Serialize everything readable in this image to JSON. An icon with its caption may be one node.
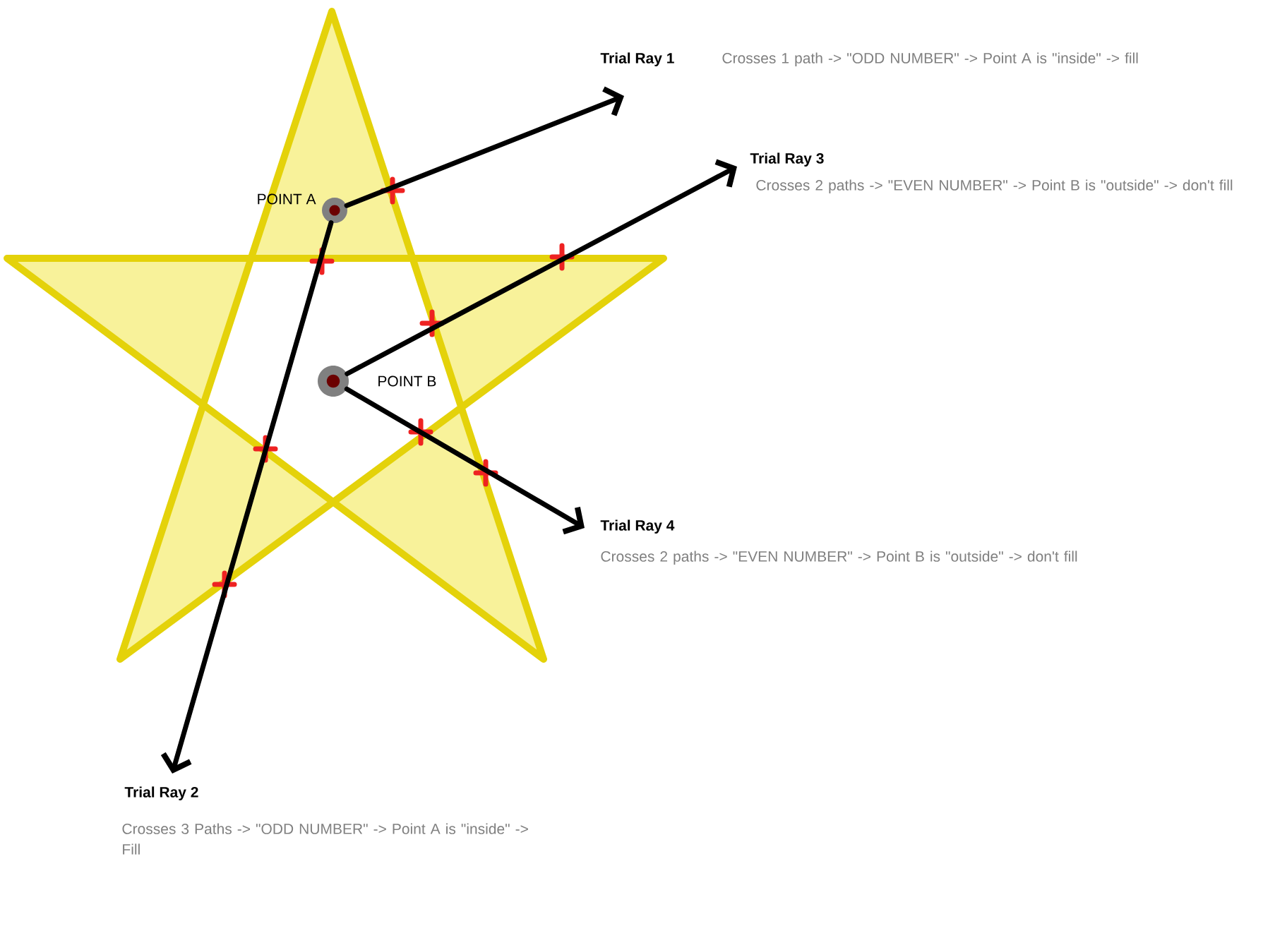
{
  "diagram": {
    "nodes": [
      {
        "text": [
          "Trial Ray 1",
          "Crosses 1 path -> \"ODD NUMBER\" -> Point A is \"inside\" -> fill"
        ]
      },
      {
        "text": [
          "Trial Ray 3",
          "Crosses 2 paths -> \"EVEN NUMBER\" -> Point B is \"outside\" -> don't fill"
        ]
      },
      {
        "text": [],
        "shape": "circle",
        "beside": [
          "POINT A"
        ]
      },
      {
        "text": [],
        "shape": "circle",
        "beside": [
          "POINT B"
        ]
      },
      {
        "text": [
          "Trial Ray 4",
          "Crosses 2 paths -> \"EVEN NUMBER\" -> Point B is \"outside\" -> don't fill"
        ]
      },
      {
        "text": [
          "Trial Ray 2",
          "Crosses 3 Paths -> \"ODD NUMBER\" -> Point A is \"inside\" -> Fill"
        ]
      }
    ],
    "edges": [
      {
        "from": 2,
        "to": 0,
        "arrow": "to"
      },
      {
        "from": 2,
        "to": 5,
        "arrow": "to"
      },
      {
        "from": 3,
        "to": 1,
        "arrow": "to"
      },
      {
        "from": 3,
        "to": 4,
        "arrow": "to"
      }
    ]
  }
}
